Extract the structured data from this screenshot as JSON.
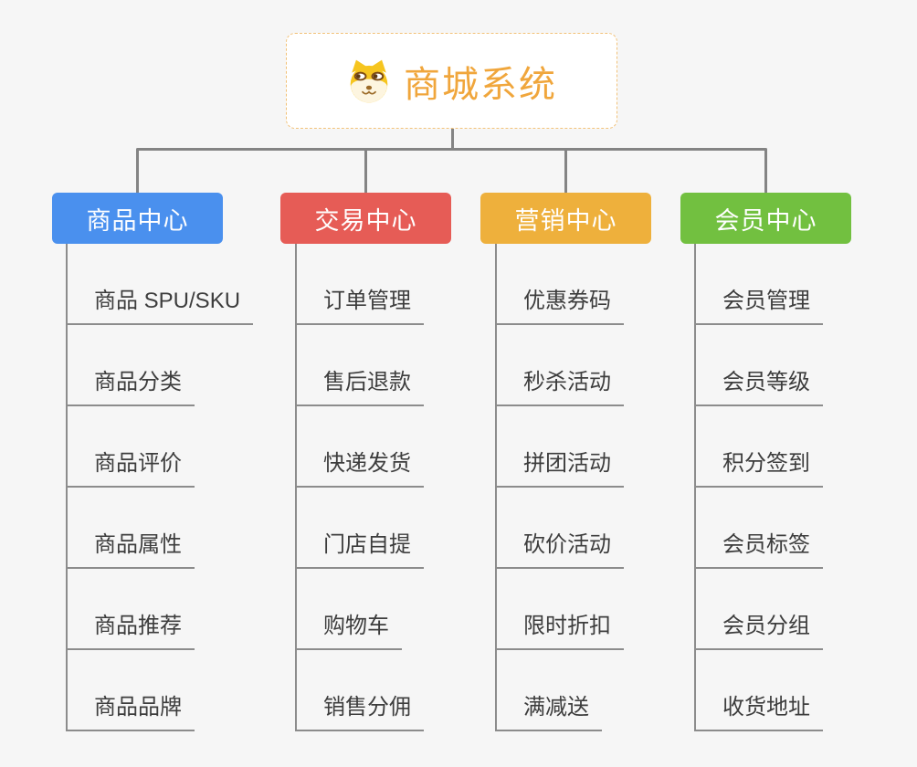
{
  "page": {
    "background": "#f6f6f6"
  },
  "root": {
    "title": "商城系统",
    "icon": "dog-face-icon",
    "text_color": "#f0a63c",
    "border_color": "#f2c279",
    "background": "#ffffff"
  },
  "connectors": {
    "color": "#848484",
    "underline_color": "#8c8c8c"
  },
  "branches": [
    {
      "label": "商品中心",
      "color": "#4a90ee",
      "children": [
        "商品 SPU/SKU",
        "商品分类",
        "商品评价",
        "商品属性",
        "商品推荐",
        "商品品牌"
      ]
    },
    {
      "label": "交易中心",
      "color": "#e65c56",
      "children": [
        "订单管理",
        "售后退款",
        "快递发货",
        "门店自提",
        "购物车",
        "销售分佣"
      ]
    },
    {
      "label": "营销中心",
      "color": "#eeb03c",
      "children": [
        "优惠券码",
        "秒杀活动",
        "拼团活动",
        "砍价活动",
        "限时折扣",
        "满减送"
      ]
    },
    {
      "label": "会员中心",
      "color": "#72c040",
      "children": [
        "会员管理",
        "会员等级",
        "积分签到",
        "会员标签",
        "会员分组",
        "收货地址"
      ]
    }
  ]
}
